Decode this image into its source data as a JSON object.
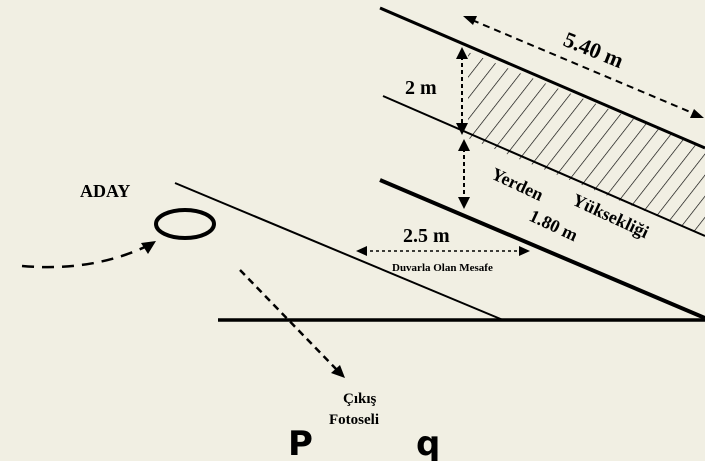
{
  "labels": {
    "candidate": "ADAY",
    "wall_length": "5.40 m",
    "band_height": "2 m",
    "ground_height_word1": "Yerden",
    "ground_height_word2": "Yüksekliği",
    "ground_height_value": "1.80 m",
    "wall_distance": "2.5 m",
    "wall_distance_caption": "Duvarla Olan Mesafe",
    "exit_line1": "Çıkış",
    "exit_line2": "Fotoseli"
  },
  "colors": {
    "background": "#f1efe3",
    "ink": "#000000"
  }
}
